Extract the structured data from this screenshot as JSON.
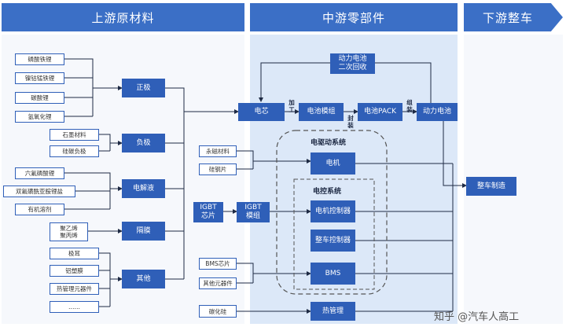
{
  "headers": {
    "upstream": "上游原材料",
    "midstream": "中游零部件",
    "downstream": "下游整车"
  },
  "raw": {
    "lfp": "磷酸铁锂",
    "ncm": "镍钴锰铁锂",
    "lco": "碳酸锂",
    "lioh": "氢氧化锂",
    "graphite": "石墨材料",
    "sic": "硅碳负极",
    "lipf6": "六氟磷酸锂",
    "lifsi": "双氟磺酰亚胺锂盐",
    "solvent": "有机溶剂",
    "separator_material": "聚乙烯\n聚丙烯",
    "tab": "极耳",
    "alfoil": "铝塑膜",
    "thermal_parts": "热管理元器件",
    "ellipsis": "……"
  },
  "mid_material": {
    "cathode": "正极",
    "anode": "负极",
    "electrolyte": "电解液",
    "separator": "隔膜",
    "others": "其他"
  },
  "chain": {
    "cell": "电芯",
    "module": "电池模组",
    "pack": "电池PACK",
    "power_battery": "动力电池",
    "recycle": "动力电池\n二次回收",
    "process_label": "加\n工",
    "encapsulate_label": "封\n装",
    "assemble_label": "组\n装"
  },
  "motor_section": {
    "title": "电驱动系统",
    "motor": "电机",
    "magnet": "永磁材料",
    "silicon_steel": "硅钢片"
  },
  "control_section": {
    "title": "电控系统",
    "motor_ctrl": "电机控制器",
    "vehicle_ctrl": "整车控制器",
    "bms": "BMS"
  },
  "igbt": {
    "chip": "IGBT\n芯片",
    "module": "IGBT\n模组"
  },
  "bms_inputs": {
    "chip": "BMS芯片",
    "other": "其他元器件"
  },
  "thermal": {
    "sic": "碳化硅",
    "mgmt": "热管理"
  },
  "vehicle": "整车制造",
  "watermark": "知乎 @汽车人高工"
}
